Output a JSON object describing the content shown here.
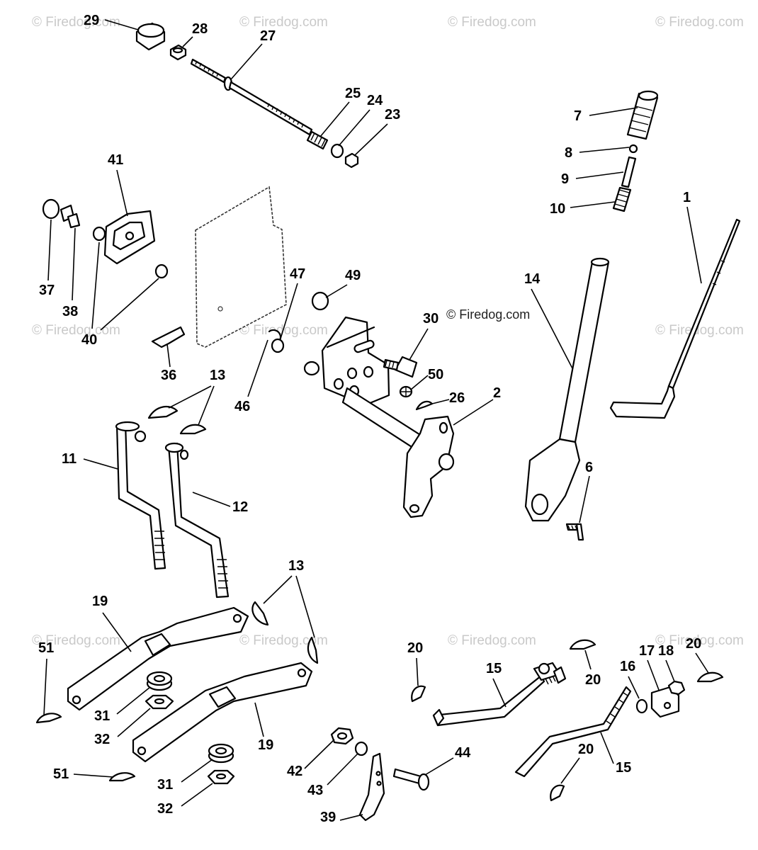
{
  "watermark": {
    "text": "© Firedog.com",
    "center_text": "© Firedog.com"
  },
  "callouts": {
    "c1": "1",
    "c2": "2",
    "c6": "6",
    "c7": "7",
    "c8": "8",
    "c9": "9",
    "c10": "10",
    "c11": "11",
    "c12": "12",
    "c13a": "13",
    "c13b": "13",
    "c14": "14",
    "c15a": "15",
    "c15b": "15",
    "c16": "16",
    "c17": "17",
    "c18": "18",
    "c19a": "19",
    "c19b": "19",
    "c20a": "20",
    "c20b": "20",
    "c20c": "20",
    "c20d": "20",
    "c23": "23",
    "c24": "24",
    "c25": "25",
    "c26": "26",
    "c27": "27",
    "c28": "28",
    "c29": "29",
    "c30": "30",
    "c31a": "31",
    "c31b": "31",
    "c32a": "32",
    "c32b": "32",
    "c36": "36",
    "c37": "37",
    "c38": "38",
    "c39": "39",
    "c40": "40",
    "c41": "41",
    "c42": "42",
    "c43": "43",
    "c44": "44",
    "c46": "46",
    "c47": "47",
    "c49": "49",
    "c50": "50",
    "c51a": "51",
    "c51b": "51"
  }
}
